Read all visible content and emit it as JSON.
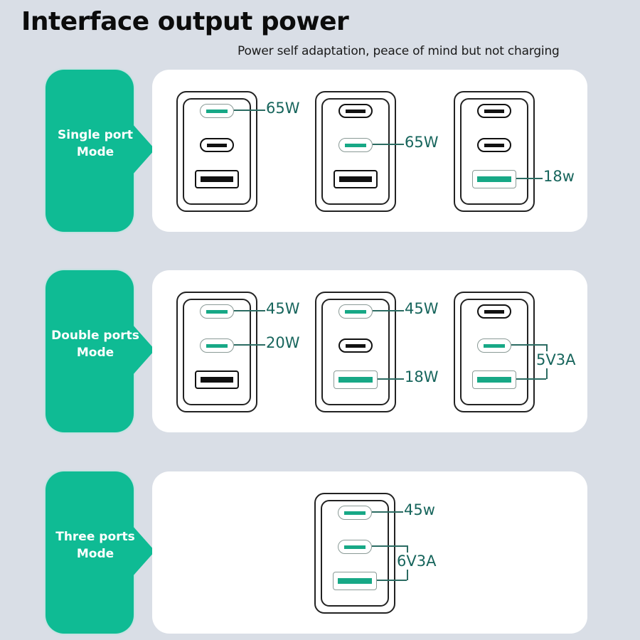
{
  "header": {
    "title": "Interface output power",
    "subtitle": "Power self adaptation, peace of mind but not charging"
  },
  "colors": {
    "accent": "#0fbb94",
    "active_port": "#17a886",
    "label_text": "#17655c",
    "background": "#d9dee6"
  },
  "modes": [
    {
      "label": "Single port\nMode",
      "chargers": [
        {
          "ports": [
            {
              "type": "usb-c",
              "active": true,
              "output": "65W"
            },
            {
              "type": "usb-c",
              "active": false
            },
            {
              "type": "usb-a",
              "active": false
            }
          ]
        },
        {
          "ports": [
            {
              "type": "usb-c",
              "active": false
            },
            {
              "type": "usb-c",
              "active": true,
              "output": "65W"
            },
            {
              "type": "usb-a",
              "active": false
            }
          ]
        },
        {
          "ports": [
            {
              "type": "usb-c",
              "active": false
            },
            {
              "type": "usb-c",
              "active": false
            },
            {
              "type": "usb-a",
              "active": true,
              "output": "18w"
            }
          ]
        }
      ]
    },
    {
      "label": "Double ports\nMode",
      "chargers": [
        {
          "ports": [
            {
              "type": "usb-c",
              "active": true,
              "output": "45W"
            },
            {
              "type": "usb-c",
              "active": true,
              "output": "20W"
            },
            {
              "type": "usb-a",
              "active": false
            }
          ]
        },
        {
          "ports": [
            {
              "type": "usb-c",
              "active": true,
              "output": "45W"
            },
            {
              "type": "usb-c",
              "active": false
            },
            {
              "type": "usb-a",
              "active": true,
              "output": "18W"
            }
          ]
        },
        {
          "ports": [
            {
              "type": "usb-c",
              "active": false
            },
            {
              "type": "usb-c",
              "active": true
            },
            {
              "type": "usb-a",
              "active": true
            }
          ],
          "shared_output": "5V3A"
        }
      ]
    },
    {
      "label": "Three ports\nMode",
      "chargers": [
        {
          "ports": [
            {
              "type": "usb-c",
              "active": true,
              "output": "45w"
            },
            {
              "type": "usb-c",
              "active": true
            },
            {
              "type": "usb-a",
              "active": true
            }
          ],
          "shared_output": "6V3A"
        }
      ]
    }
  ]
}
